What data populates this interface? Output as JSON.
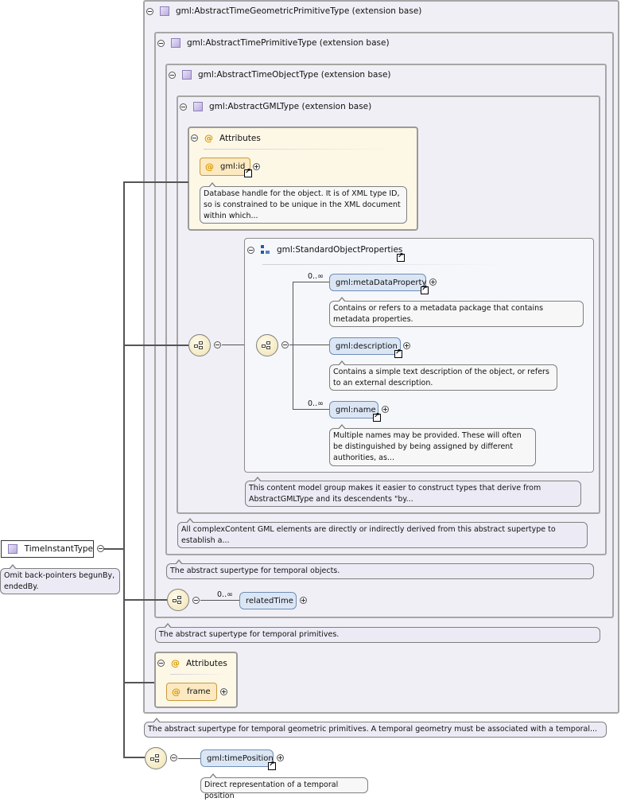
{
  "root": {
    "name": "TimeInstantType",
    "annotation": "Omit back-pointers begunBy, endedBy."
  },
  "geometric_primitive": {
    "title": "gml:AbstractTimeGeometricPrimitiveType (extension base)",
    "annotation": "The abstract supertype for temporal geometric primitives. A temporal geometry must be associated with a temporal..."
  },
  "time_primitive": {
    "title": "gml:AbstractTimePrimitiveType (extension base)",
    "annotation": "The abstract supertype for temporal primitives."
  },
  "time_object": {
    "title": "gml:AbstractTimeObjectType (extension base)",
    "annotation": "The abstract supertype for temporal objects."
  },
  "gml_type": {
    "title": "gml:AbstractGMLType (extension base)",
    "annotation": "All complexContent GML elements are directly or indirectly derived from this abstract supertype to establish a..."
  },
  "attributes_gml": {
    "title": "Attributes",
    "item": "gml:id",
    "item_annotation": "Database handle for the object. It is of XML type ID, so is constrained to be unique in the XML document within which..."
  },
  "standard_props": {
    "title": "gml:StandardObjectProperties",
    "annotation": "This content model group makes it easier to construct types that derive from AbstractGMLType and its descendents \"by...",
    "elements": [
      {
        "name": "gml:metaDataProperty",
        "occurs": "0..∞",
        "annotation": "Contains or refers to a metadata package that contains metadata properties."
      },
      {
        "name": "gml:description",
        "occurs": "",
        "annotation": "Contains a simple text description of the object, or refers to an external description."
      },
      {
        "name": "gml:name",
        "occurs": "0..∞",
        "annotation": "Multiple names may be provided. These will often be distinguished by being assigned by different authorities, as..."
      }
    ]
  },
  "related_time": {
    "name": "relatedTime",
    "occurs": "0..∞"
  },
  "attributes_frame": {
    "title": "Attributes",
    "item": "frame"
  },
  "time_position": {
    "name": "gml:timePosition",
    "annotation": "Direct representation of a temporal position"
  },
  "symbols": {
    "at": "@",
    "attr_icon": "at-icon",
    "type_icon": "complex-type-icon",
    "group_icon": "group-icon"
  }
}
